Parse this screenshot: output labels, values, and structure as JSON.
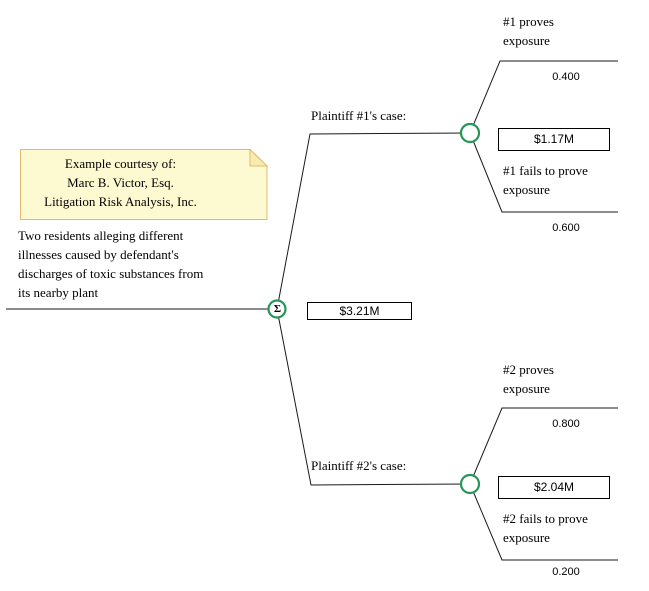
{
  "note": {
    "lines": [
      "Example courtesy of:",
      "Marc B. Victor, Esq.",
      "Litigation Risk Analysis, Inc."
    ]
  },
  "description": {
    "lines": [
      "Two residents alleging different",
      "illnesses caused by defendant's",
      "discharges of toxic substances from",
      "its nearby plant"
    ]
  },
  "tree": {
    "root": {
      "symbol": "Σ",
      "value": "$3.21M"
    },
    "branches": [
      {
        "label": "Plaintiff #1's case:",
        "value": "$1.17M",
        "outcomes": [
          {
            "label_lines": [
              "#1 proves",
              "exposure"
            ],
            "probability": "0.400"
          },
          {
            "label_lines": [
              "#1 fails to prove",
              "exposure"
            ],
            "probability": "0.600"
          }
        ]
      },
      {
        "label": "Plaintiff #2's case:",
        "value": "$2.04M",
        "outcomes": [
          {
            "label_lines": [
              "#2 proves",
              "exposure"
            ],
            "probability": "0.800"
          },
          {
            "label_lines": [
              "#2 fails to prove",
              "exposure"
            ],
            "probability": "0.200"
          }
        ]
      }
    ]
  },
  "colors": {
    "node-green": "#279655",
    "line": "#1a1a1a",
    "note-fill": "#FDF9D0",
    "note-border": "#E3BA6A",
    "note-fold": "#F8EDB0",
    "box-border": "#000000",
    "text": "#000000"
  }
}
